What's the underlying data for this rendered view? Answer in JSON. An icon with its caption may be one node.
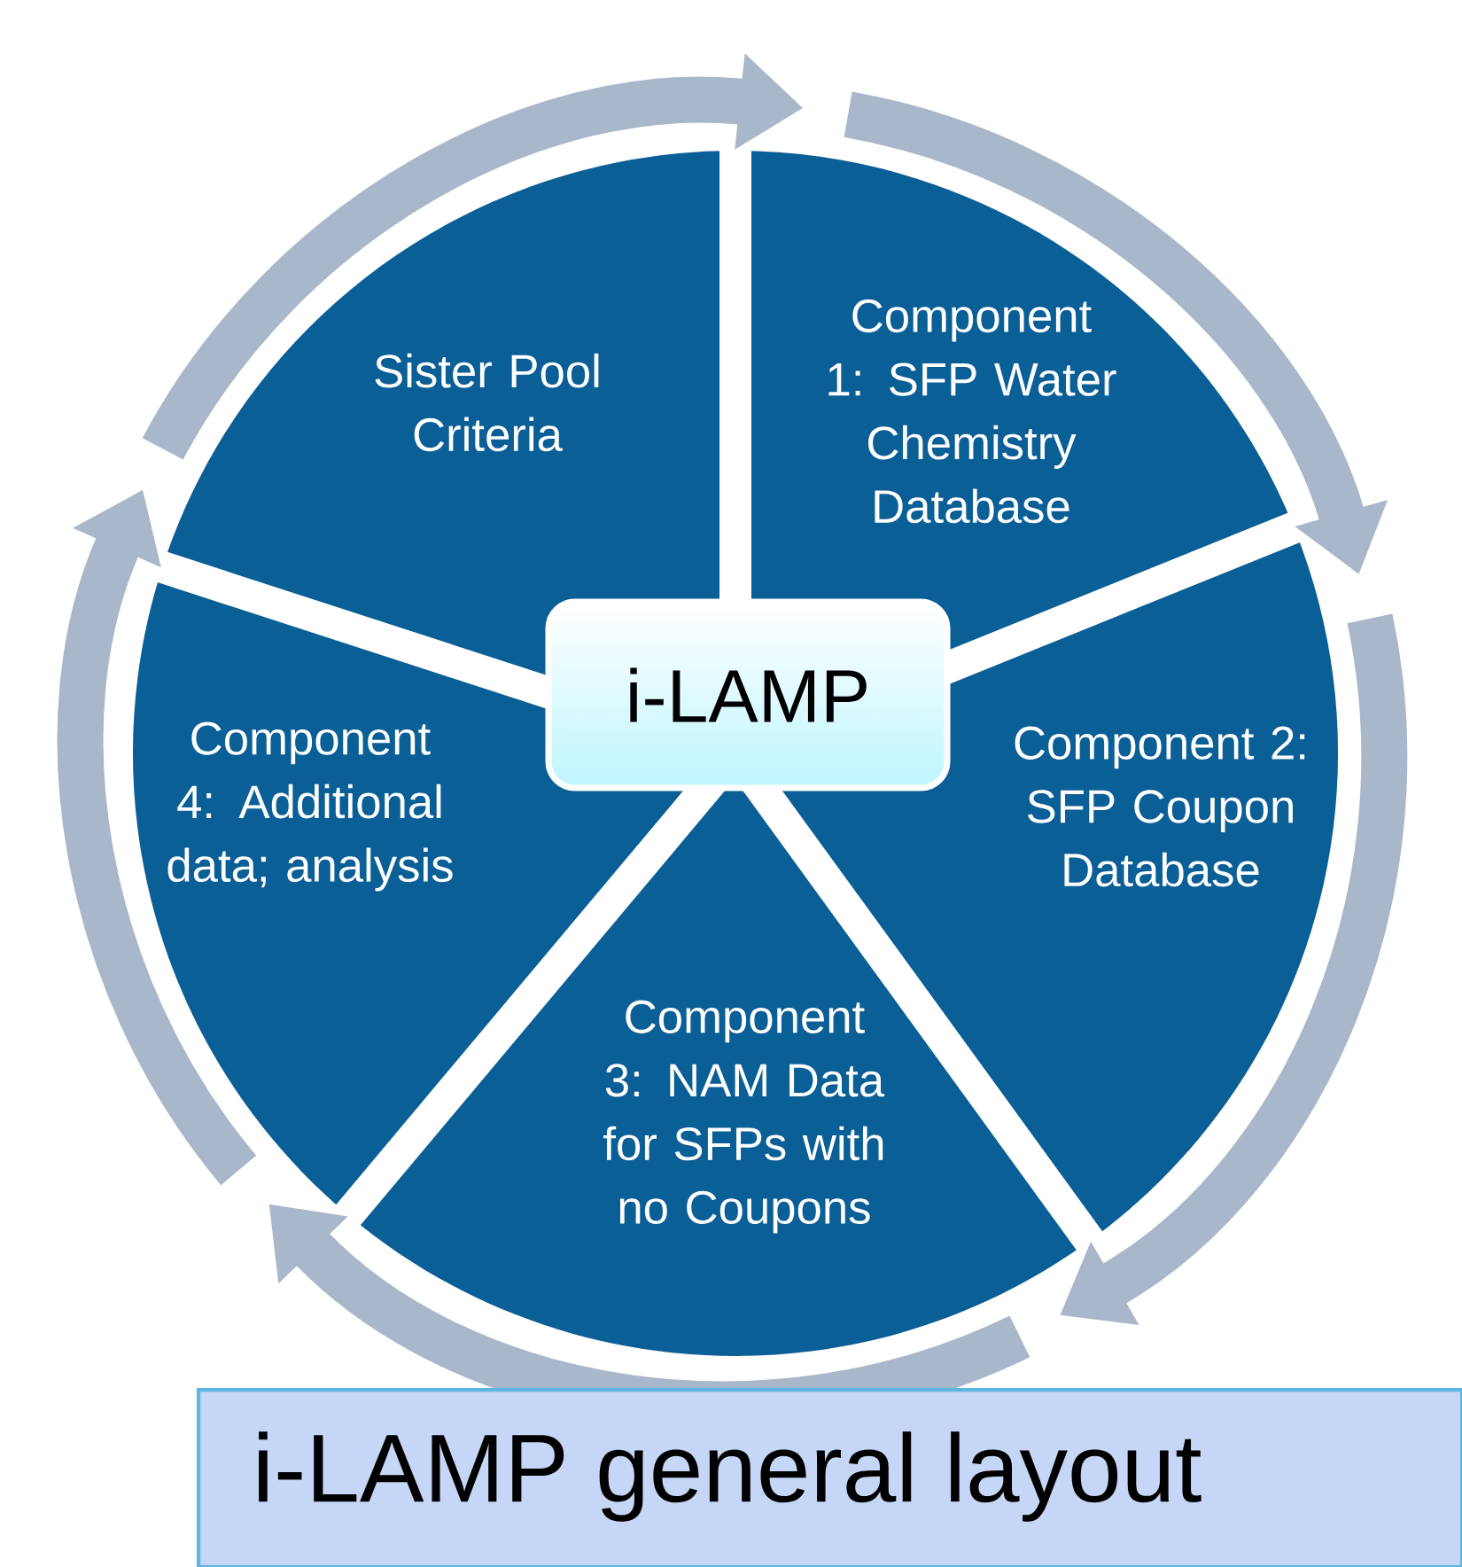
{
  "diagram": {
    "caption": "i-LAMP general layout",
    "nodes": [
      {
        "text": [
          "Sister Pool Criteria"
        ]
      },
      {
        "text": [
          "Component 1: SFP Water Chemistry Database"
        ]
      },
      {
        "text": [
          "Component 2: SFP Coupon Database"
        ]
      },
      {
        "text": [
          "Component 3: NAM Data for SFPs with no Coupons"
        ]
      },
      {
        "text": [
          "Component 4: Additional data; analysis"
        ]
      },
      {
        "text": [
          "i-LAMP"
        ]
      }
    ]
  }
}
